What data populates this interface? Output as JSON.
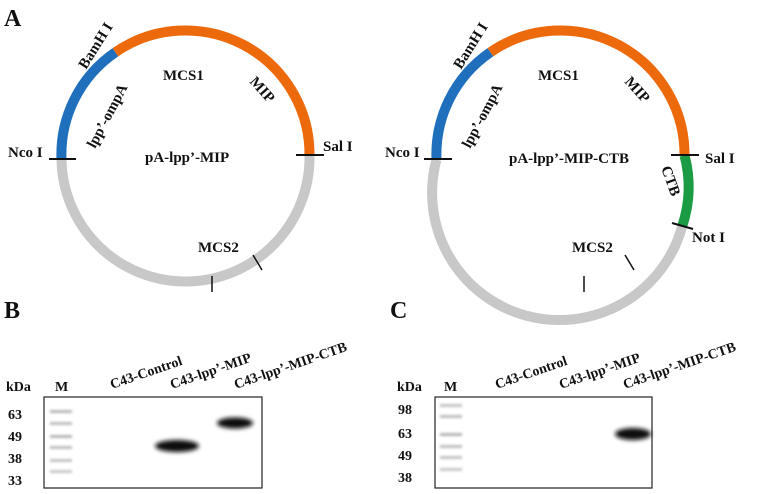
{
  "panels": {
    "A": {
      "letter": "A",
      "plasmid1": {
        "name": "pA-lpp’-MIP",
        "mcs1": "MCS1",
        "mcs2": "MCS2",
        "site_left": "Nco I",
        "site_top": "BamH I",
        "site_right": "Sal I",
        "arc_blue": "lpp’-ompA",
        "arc_orange": "MIP"
      },
      "plasmid2": {
        "name": "pA-lpp’-MIP-CTB",
        "mcs1": "MCS1",
        "mcs2": "MCS2",
        "site_left": "Nco I",
        "site_top": "BamH I",
        "site_right": "Sal I",
        "site_extra": "Not I",
        "arc_blue": "lpp’-ompA",
        "arc_orange": "MIP",
        "arc_green": "CTB"
      }
    },
    "B": {
      "letter": "B",
      "kda_label": "kDa",
      "marker_label": "M",
      "lanes": [
        "C43-Control",
        "C43-lpp’-MIP",
        "C43-lpp’-MIP-CTB"
      ],
      "ticks": [
        "63",
        "49",
        "38",
        "33"
      ]
    },
    "C": {
      "letter": "C",
      "kda_label": "kDa",
      "marker_label": "M",
      "lanes": [
        "C43-Control",
        "C43-lpp’-MIP",
        "C43-lpp’-MIP-CTB"
      ],
      "ticks": [
        "98",
        "63",
        "49",
        "38"
      ]
    }
  },
  "colors": {
    "blue": "#1f6fbd",
    "orange": "#ed6a0c",
    "green": "#1a9b44",
    "gray": "#c8c8c8"
  }
}
